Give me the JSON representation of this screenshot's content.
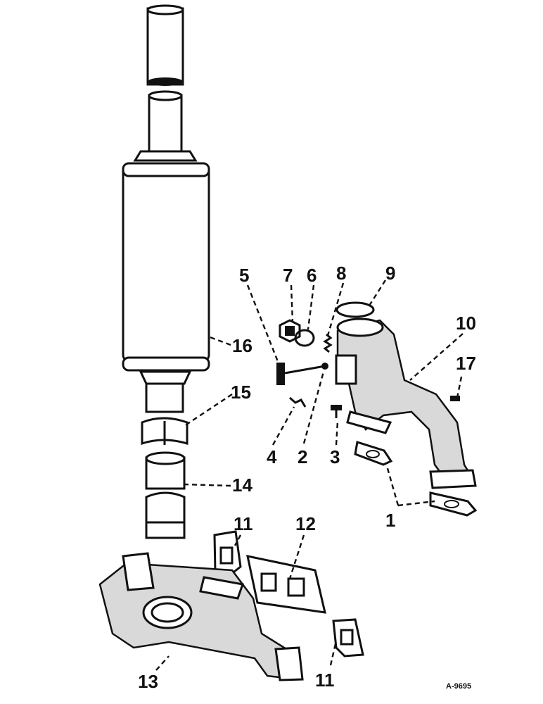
{
  "diagram": {
    "drawing_code": "A-9695",
    "callouts": [
      {
        "id": "c1",
        "text": "1"
      },
      {
        "id": "c2",
        "text": "2"
      },
      {
        "id": "c3",
        "text": "3"
      },
      {
        "id": "c4",
        "text": "4"
      },
      {
        "id": "c5",
        "text": "5"
      },
      {
        "id": "c6",
        "text": "6"
      },
      {
        "id": "c7",
        "text": "7"
      },
      {
        "id": "c8",
        "text": "8"
      },
      {
        "id": "c9",
        "text": "9"
      },
      {
        "id": "c10",
        "text": "10"
      },
      {
        "id": "c11a",
        "text": "11"
      },
      {
        "id": "c11b",
        "text": "11"
      },
      {
        "id": "c12",
        "text": "12"
      },
      {
        "id": "c13",
        "text": "13"
      },
      {
        "id": "c14",
        "text": "14"
      },
      {
        "id": "c15",
        "text": "15"
      },
      {
        "id": "c16",
        "text": "16"
      },
      {
        "id": "c17",
        "text": "17"
      }
    ]
  }
}
